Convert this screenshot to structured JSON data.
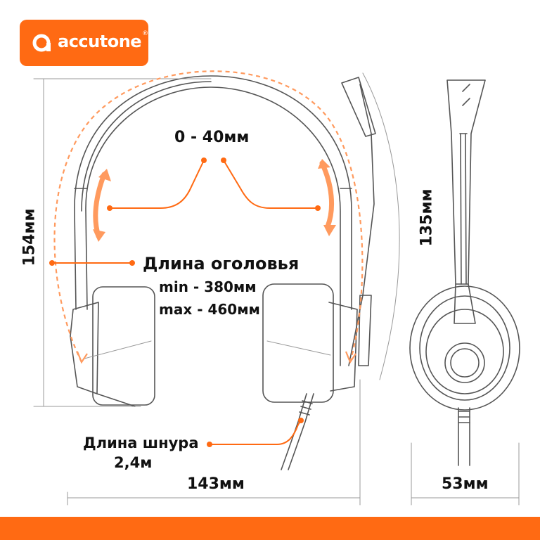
{
  "brand": {
    "name": "accutone",
    "registered": "®",
    "color": "#ff6a13"
  },
  "labels": {
    "slider_range": "0 - 40мм",
    "headband_title": "Длина оголовья",
    "headband_min": "min  - 380мм",
    "headband_max": "max - 460мм",
    "cable_title": "Длина шнура",
    "cable_value": "2,4м",
    "height": "154мм",
    "width": "143мм",
    "mic_length": "135мм",
    "depth": "53мм"
  },
  "icons": {
    "arrows": "double-arrow-icon",
    "headset": "headset-drawing"
  }
}
